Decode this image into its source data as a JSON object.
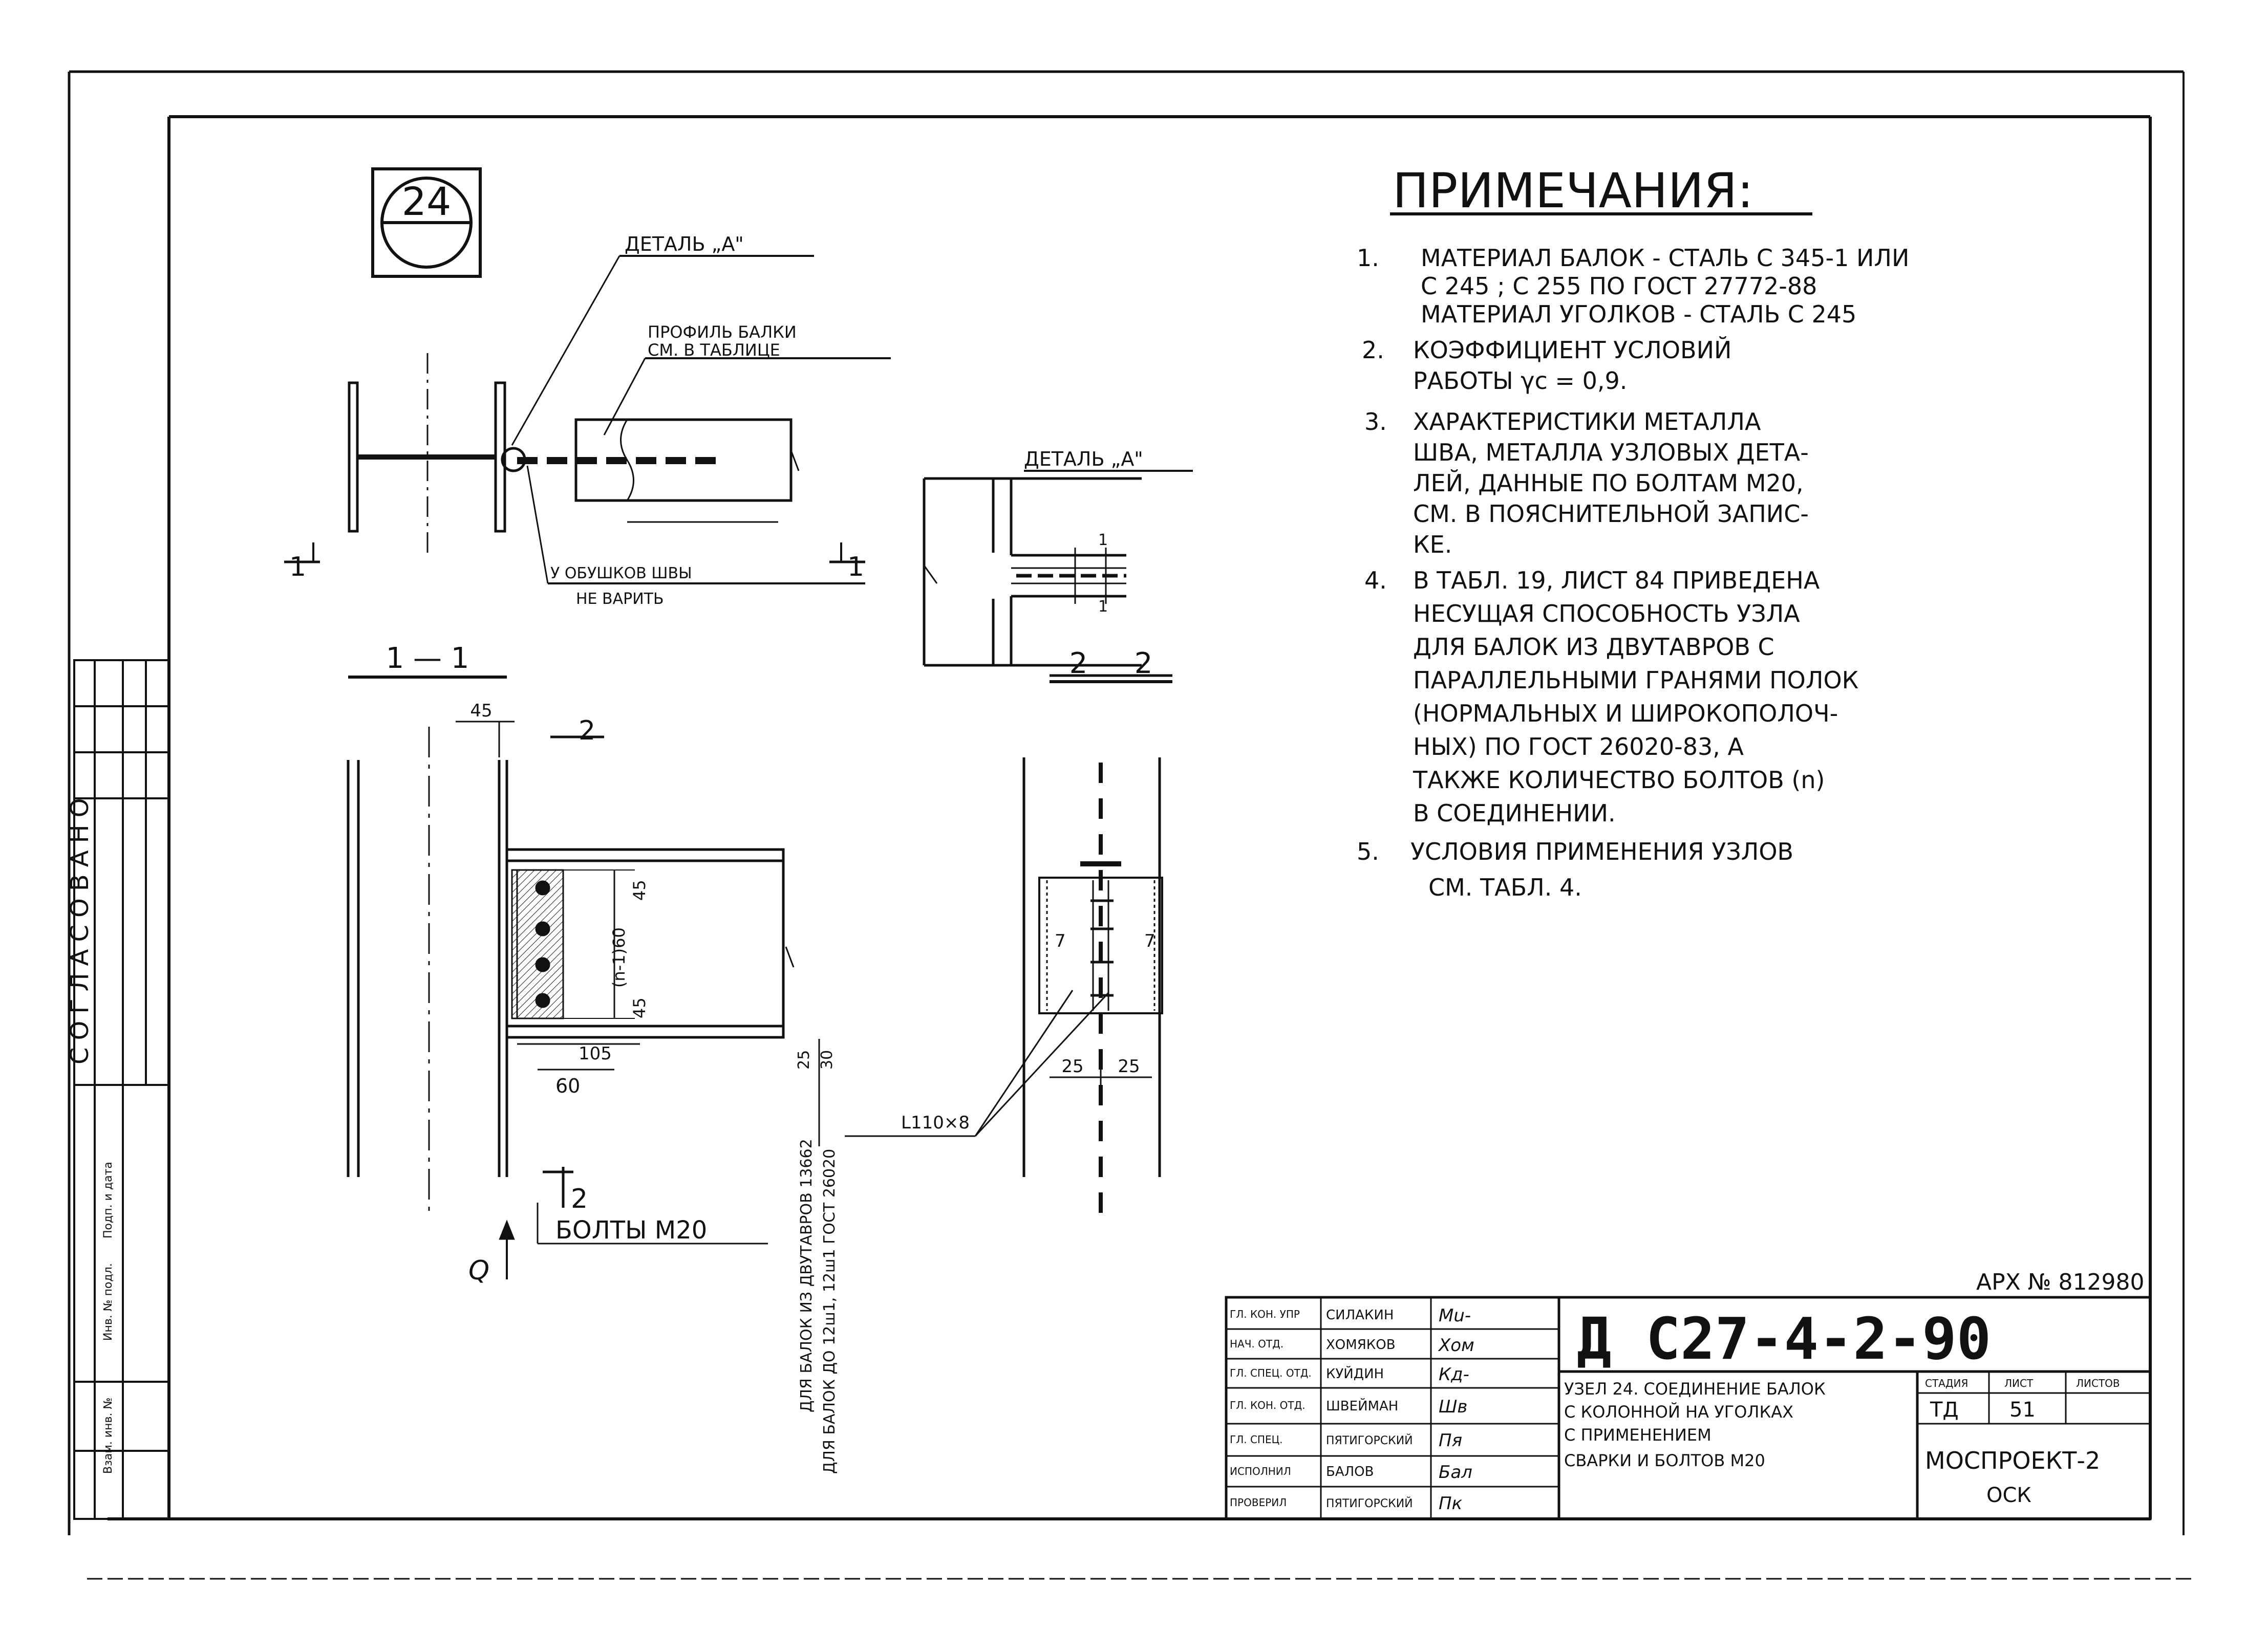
{
  "sheet": {
    "node_number": "24",
    "detail_a_label": "ДЕТАЛЬ „А\"",
    "profile_label_1": "ПРОФИЛЬ БАЛКИ",
    "profile_label_2": "СМ. В ТАБЛИЦЕ",
    "weld_note_1": "У ОБУШКОВ   ШВЫ",
    "weld_note_2": "НЕ ВАРИТЬ",
    "section_mark": "1",
    "section_1_1": "1 — 1",
    "section_2_2": "2 — 2",
    "detail_a_title": "ДЕТАЛЬ „А\"",
    "dim_1a": "1",
    "dim_1b": "1",
    "dim_45_top": "45",
    "dim_45_a": "45",
    "dim_45_b": "45",
    "dim_n160": "(n-1)60",
    "dim_105": "105",
    "dim_60": "60",
    "dim_25": "25",
    "dim_25a": "25",
    "dim_25b": "25",
    "dim_30": "30",
    "dim_7a": "7",
    "dim_7b": "7",
    "mark_2_top": "2",
    "mark_2_bottom": "2",
    "angle_label": "L110×8",
    "bolts_label": "БОЛТЫ М20",
    "q_label": "Q",
    "vert_note_1": "ДЛЯ БАЛОК ИЗ ДВУТАВРОВ 13662",
    "vert_note_2": "ДЛЯ БАЛОК ДО 12ш1, 12ш1 ГОСТ 26020"
  },
  "notes": {
    "title": "ПРИМЕЧАНИЯ:",
    "items": [
      {
        "num": "1.",
        "lines": [
          "МАТЕРИАЛ БАЛОК - СТАЛЬ  С 345-1 ИЛИ",
          "С 245 ; С 255 ПО ГОСТ 27772-88",
          "МАТЕРИАЛ УГОЛКОВ - СТАЛЬ С 245"
        ]
      },
      {
        "num": "2.",
        "lines": [
          "КОЭФФИЦИЕНТ УСЛОВИЙ",
          "РАБОТЫ γc = 0,9."
        ]
      },
      {
        "num": "3.",
        "lines": [
          "ХАРАКТЕРИСТИКИ МЕТАЛЛА",
          "ШВА, МЕТАЛЛА УЗЛОВЫХ ДЕТА-",
          "ЛЕЙ, ДАННЫЕ ПО БОЛТАМ М20,",
          "СМ. В ПОЯСНИТЕЛЬНОЙ ЗАПИС-",
          "КЕ."
        ]
      },
      {
        "num": "4.",
        "lines": [
          "В ТАБЛ. 19, ЛИСТ 84 ПРИВЕДЕНА",
          "НЕСУЩАЯ СПОСОБНОСТЬ УЗЛА",
          "ДЛЯ БАЛОК ИЗ ДВУТАВРОВ С",
          "ПАРАЛЛЕЛЬНЫМИ ГРАНЯМИ ПОЛОК",
          "(НОРМАЛЬНЫХ И ШИРОКОПОЛОЧ-",
          "НЫХ) ПО ГОСТ 26020-83, А",
          "ТАКЖЕ КОЛИЧЕСТВО БОЛТОВ (n)",
          "В СОЕДИНЕНИИ."
        ]
      },
      {
        "num": "5.",
        "lines": [
          "УСЛОВИЯ ПРИМЕНЕНИЯ УЗЛОВ",
          "СМ. ТАБЛ. 4."
        ]
      }
    ]
  },
  "side_stamp": {
    "text": "СОГЛАСОВАНО",
    "small": [
      "Инв. № подл.",
      "Подп. и дата",
      "Взам. инв. №"
    ]
  },
  "title_block": {
    "archive": "АРХ № 812980",
    "code": "Д С27-4-2-90",
    "roles": [
      {
        "role": "ГЛ. КОН. УПР",
        "name": "СИЛАКИН",
        "sign": "Mu-"
      },
      {
        "role": "НАЧ. ОТД.",
        "name": "ХОМЯКОВ",
        "sign": "Хом"
      },
      {
        "role": "ГЛ. СПЕЦ. ОТД.",
        "name": "КУЙДИН",
        "sign": "Кд-"
      },
      {
        "role": "ГЛ. КОН. ОТД.",
        "name": "ШВЕЙМАН",
        "sign": "Шв"
      },
      {
        "role": "ГЛ. СПЕЦ.",
        "name": "ПЯТИГОРСКИЙ",
        "sign": "Пя"
      },
      {
        "role": "ИСПОЛНИЛ",
        "name": "БАЛОВ",
        "sign": "Бал"
      },
      {
        "role": "ПРОВЕРИЛ",
        "name": "ПЯТИГОРСКИЙ",
        "sign": "Пк"
      }
    ],
    "description": [
      "УЗЕЛ 24. СОЕДИНЕНИЕ БАЛОК",
      "С КОЛОННОЙ НА УГОЛКАХ",
      "С ПРИМЕНЕНИЕМ",
      "СВАРКИ И БОЛТОВ М20"
    ],
    "stage_header": "СТАДИЯ",
    "sheet_header": "ЛИСТ",
    "sheets_header": "ЛИСТОВ",
    "stage": "ТД",
    "sheet": "51",
    "sheets": "",
    "org_1": "МОСПРОЕКТ-2",
    "org_2": "ОСК"
  }
}
